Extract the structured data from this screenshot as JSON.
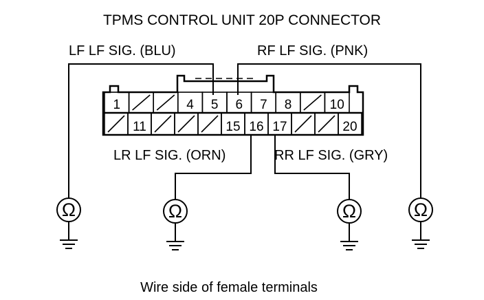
{
  "title": "TPMS CONTROL UNIT 20P CONNECTOR",
  "caption": "Wire side of female terminals",
  "wire_labels": {
    "lf": "LF LF SIG. (BLU)",
    "rf": "RF LF SIG. (PNK)",
    "lr": "LR LF SIG. (ORN)",
    "rr": "RR LF SIG. (GRY)"
  },
  "connector": {
    "top_row": [
      "1",
      "",
      "",
      "4",
      "5",
      "6",
      "7",
      "8",
      "",
      "10"
    ],
    "bottom_row": [
      "",
      "11",
      "",
      "",
      "",
      "15",
      "16",
      "17",
      "",
      "",
      "20"
    ]
  },
  "meter_symbol": "Ω"
}
